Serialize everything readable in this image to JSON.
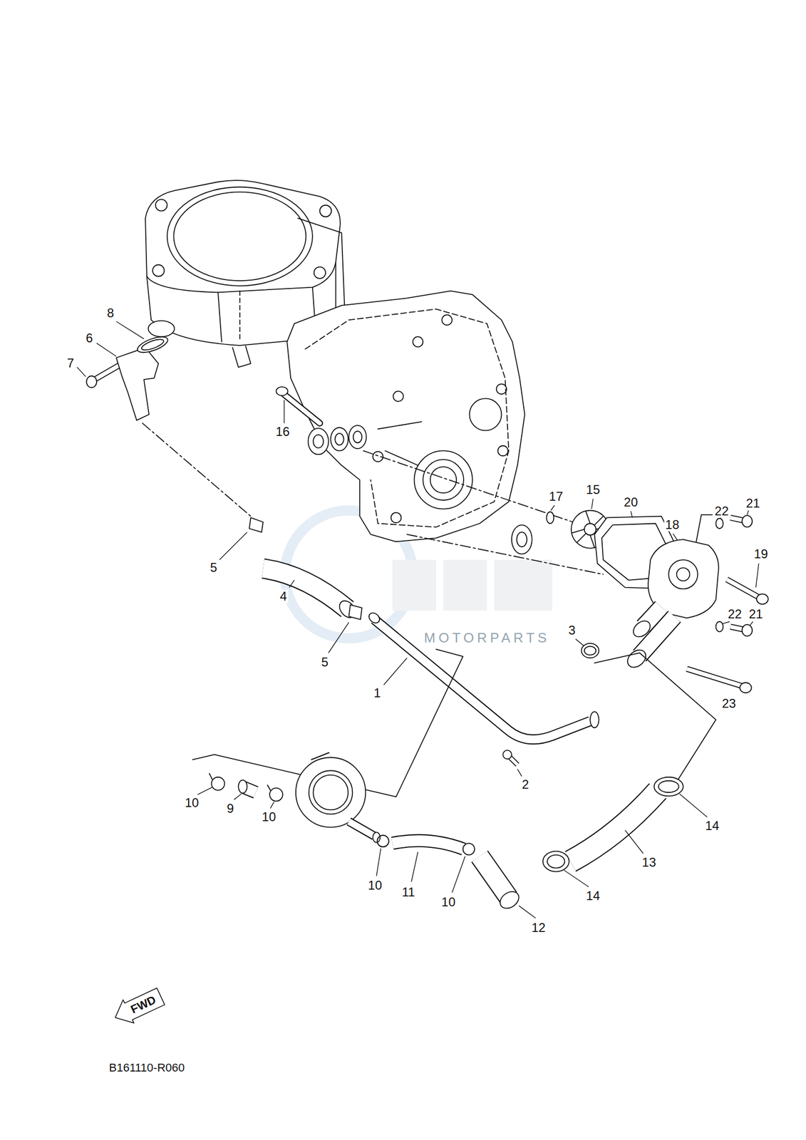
{
  "diagram": {
    "nodes": [
      {
        "text": [
          "FWD"
        ]
      }
    ],
    "labels": [
      "8",
      "6",
      "7",
      "16",
      "15",
      "17",
      "20",
      "21",
      "22",
      "18",
      "19",
      "5",
      "4",
      "22",
      "21",
      "3",
      "MOTORPARTS",
      "5",
      "1",
      "23",
      "2",
      "10",
      "9",
      "10",
      "14",
      "13",
      "10",
      "11",
      "14",
      "10",
      "12",
      "B161110-R060"
    ]
  }
}
